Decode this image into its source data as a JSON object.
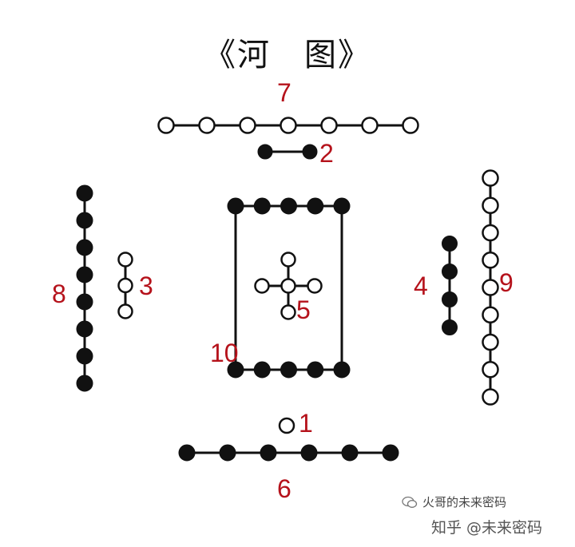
{
  "title": "《河　图》",
  "colors": {
    "label": "#b5121b",
    "dot": "#111111",
    "white_dot": "#ffffff"
  },
  "diagram": {
    "groups": [
      {
        "id": "north-white-7",
        "count": 7,
        "color": "white",
        "label": "7",
        "orientation": "horizontal"
      },
      {
        "id": "north-black-2",
        "count": 2,
        "color": "black",
        "label": "2",
        "orientation": "horizontal"
      },
      {
        "id": "west-black-8",
        "count": 8,
        "color": "black",
        "label": "8",
        "orientation": "vertical"
      },
      {
        "id": "west-white-3",
        "count": 3,
        "color": "white",
        "label": "3",
        "orientation": "vertical"
      },
      {
        "id": "east-black-4",
        "count": 4,
        "color": "black",
        "label": "4",
        "orientation": "vertical"
      },
      {
        "id": "east-white-9",
        "count": 9,
        "color": "white",
        "label": "9",
        "orientation": "vertical"
      },
      {
        "id": "center-white-5",
        "count": 5,
        "color": "white",
        "label": "5",
        "orientation": "cross"
      },
      {
        "id": "center-black-10",
        "count": 10,
        "color": "black",
        "label": "10",
        "orientation": "frame"
      },
      {
        "id": "south-white-1",
        "count": 1,
        "color": "white",
        "label": "1",
        "orientation": "single"
      },
      {
        "id": "south-black-6",
        "count": 6,
        "color": "black",
        "label": "6",
        "orientation": "horizontal"
      }
    ]
  },
  "watermark": {
    "wechat_text": "火哥的未来密码",
    "zhihu_text": "知乎 @未来密码",
    "icon": "wechat-icon"
  }
}
